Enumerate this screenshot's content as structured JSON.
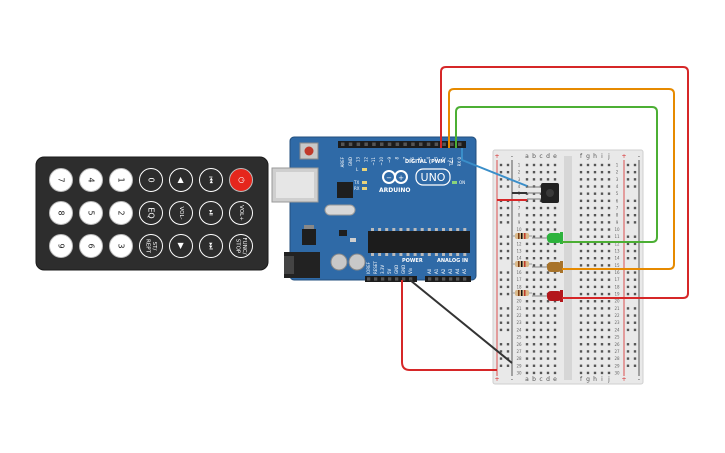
{
  "arduino": {
    "brand": "ARDUINO",
    "model": "UNO",
    "digital_label": "DIGITAL (PWM ~)",
    "power_label": "POWER",
    "analog_label": "ANALOG IN",
    "led_labels": [
      "L",
      "TX",
      "RX",
      "ON"
    ],
    "digital_pins": [
      "AREF",
      "GND",
      "13",
      "12",
      "~11",
      "~10",
      "~9",
      "8",
      "7",
      "~6",
      "~5",
      "4",
      "~3",
      "2",
      "TX 1",
      "RX 0"
    ],
    "power_pins": [
      "IOREF",
      "RESET",
      "3.3V",
      "5V",
      "GND",
      "GND",
      "Vin"
    ],
    "analog_pins": [
      "A0",
      "A1",
      "A2",
      "A3",
      "A4",
      "A5"
    ]
  },
  "remote": {
    "rows": [
      [
        "7",
        "4",
        "1",
        "0",
        "◀",
        "⏮",
        "⏻"
      ],
      [
        "8",
        "5",
        "2",
        "EQ",
        "VOL-",
        "⏯",
        "VOL+"
      ],
      [
        "9",
        "6",
        "3",
        "ST/ REPT",
        "▶",
        "⏭",
        "FUNC/ STOP"
      ]
    ]
  },
  "breadboard": {
    "column_letters_left": [
      "a",
      "b",
      "c",
      "d",
      "e"
    ],
    "column_letters_right": [
      "f",
      "g",
      "h",
      "i",
      "j"
    ],
    "row_numbers": [
      "1",
      "2",
      "3",
      "4",
      "5",
      "6",
      "7",
      "8",
      "9",
      "10",
      "11",
      "12",
      "13",
      "14",
      "15",
      "16",
      "17",
      "18",
      "19",
      "20",
      "21",
      "22",
      "23",
      "24",
      "25",
      "26",
      "27",
      "28",
      "29",
      "30"
    ],
    "rail_plus": "+",
    "rail_minus": "-"
  },
  "components": {
    "leds": [
      {
        "name": "green-led",
        "color": "#2db33d"
      },
      {
        "name": "yellow-led",
        "color": "#a8732a"
      },
      {
        "name": "red-led",
        "color": "#b3161b"
      }
    ],
    "ir_receiver_color": "#222222"
  },
  "wires": {
    "red": "#d62728",
    "orange": "#e68a00",
    "green": "#4caf34",
    "black": "#333333",
    "blue": "#3a8ec9"
  }
}
